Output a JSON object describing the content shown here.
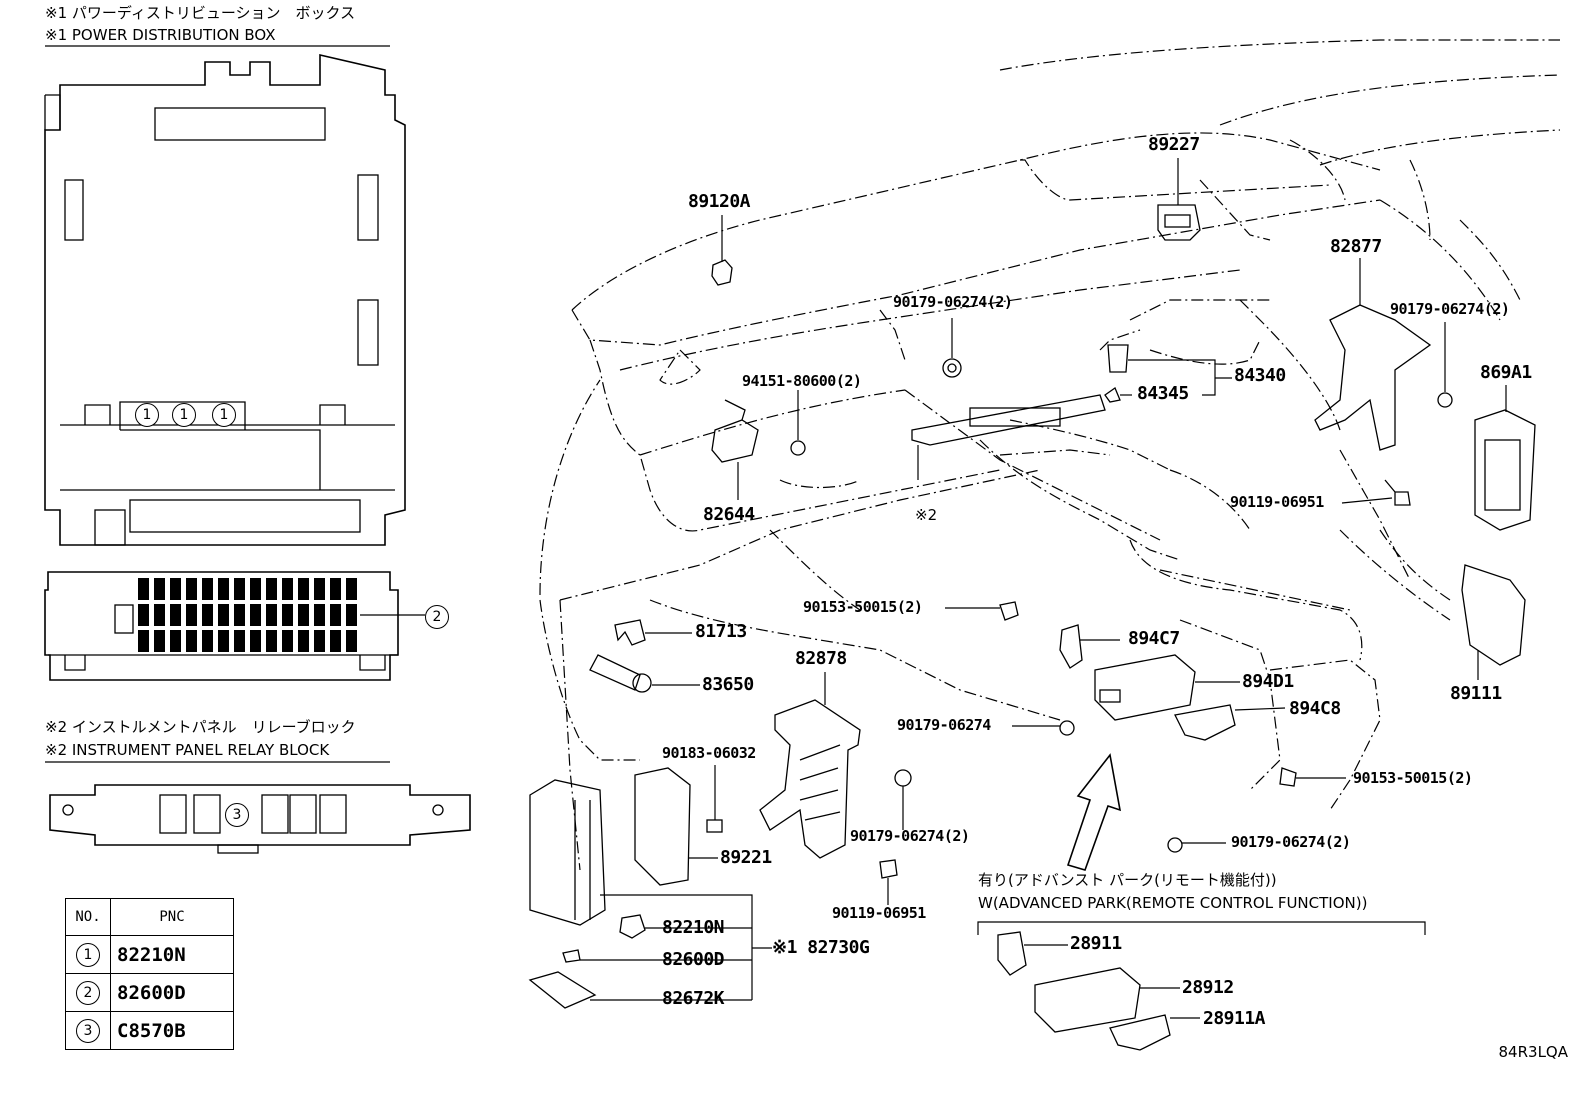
{
  "notes": {
    "n1_jp": "※1 パワーディストリビューション　ボックス",
    "n1_en": "※1 POWER DISTRIBUTION BOX",
    "n2_jp": "※2 インストルメントパネル　リレーブロック",
    "n2_en": "※2 INSTRUMENT PANEL RELAY BLOCK",
    "opt_jp": "有り(アドバンスト パーク(リモート機能付))",
    "opt_en": "W(ADVANCED PARK(REMOTE CONTROL FUNCTION))",
    "x2_marker": "※2"
  },
  "callouts": {
    "c1": "1",
    "c2": "2",
    "c3": "3"
  },
  "parts": {
    "p89120A": "89120A",
    "p89227": "89227",
    "p82877": "82877",
    "p90179_06274_2_a": "90179-06274(2)",
    "p90179_06274_2_b": "90179-06274(2)",
    "p869A1": "869A1",
    "p94151_80600_2": "94151-80600(2)",
    "p84340": "84340",
    "p84345": "84345",
    "p82644": "82644",
    "p90119_06951_a": "90119-06951",
    "p90153_50015_2_a": "90153-50015(2)",
    "p894C7": "894C7",
    "p81713": "81713",
    "p82878": "82878",
    "p83650": "83650",
    "p894D1": "894D1",
    "p89111": "89111",
    "p90179_06274": "90179-06274",
    "p894C8": "894C8",
    "p90183_06032": "90183-06032",
    "p90153_50015_2_b": "90153-50015(2)",
    "p90179_06274_2_c": "90179-06274(2)",
    "p90179_06274_2_d": "90179-06274(2)",
    "p89221": "89221",
    "p90119_06951_b": "90119-06951",
    "p82210N": "82210N",
    "p82600D": "82600D",
    "p82672K": "82672K",
    "p82730G": "※1 82730G",
    "p28911": "28911",
    "p28912": "28912",
    "p28911A": "28911A"
  },
  "table": {
    "header_no": "NO.",
    "header_pnc": "PNC",
    "rows": [
      {
        "no": "1",
        "pnc": "82210N"
      },
      {
        "no": "2",
        "pnc": "82600D"
      },
      {
        "no": "3",
        "pnc": "C8570B"
      }
    ]
  },
  "illustration_code": "84R3LQA"
}
